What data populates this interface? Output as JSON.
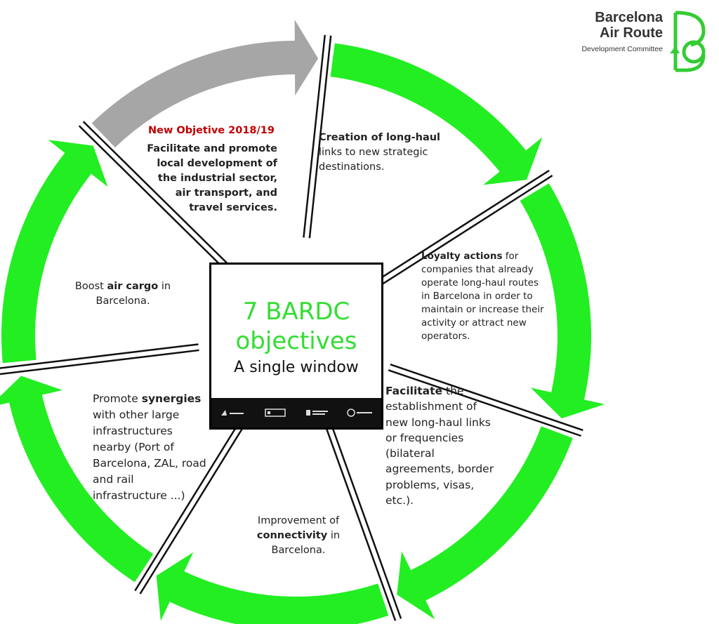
{
  "brand": {
    "line1": "Barcelona",
    "line2": "Air Route",
    "line3": "Development Committee",
    "accent_color": "#33cc33"
  },
  "center": {
    "title": "7 BARDC objectives",
    "subtitle": "A single window",
    "title_color": "#33dd33",
    "logo_icons": [
      "aena-logo-icon",
      "ministry-logo-icon",
      "generalitat-logo-icon",
      "ajuntament-logo-icon"
    ]
  },
  "arrows": {
    "active_color": "#22ee22",
    "new_color": "#a6a6a6"
  },
  "objectives": {
    "new_tag": "New Objetive 2018/19",
    "new_objective": {
      "line1": "Facilitate and promote",
      "line2": "local development of",
      "line3": "the industrial sector,",
      "line4": "air transport, and",
      "line5": "travel services."
    },
    "long_haul": {
      "bold": "Creation of long-haul",
      "line2": "links to new strategic",
      "line3": "destinations."
    },
    "loyalty": {
      "bold": "Loyalty actions",
      "rest1": " for",
      "line2": "companies that already",
      "line3": "operate long-haul routes",
      "line4": "in Barcelona in order to",
      "line5": "maintain or increase their",
      "line6": "activity or attract new",
      "line7": "operators."
    },
    "facilitate": {
      "bold": "Facilitate",
      "rest1": " the",
      "line2": "establishment of",
      "line3": "new long-haul links",
      "line4": "or frequencies",
      "line5": "(bilateral",
      "line6": "agreements, border",
      "line7": "problems, visas,",
      "line8": "etc.)."
    },
    "connectivity": {
      "line1": "Improvement of",
      "bold": "connectivity",
      "rest2": " in",
      "line3": "Barcelona."
    },
    "synergies": {
      "pre": "Promote ",
      "bold": "synergies",
      "line2": "with other large",
      "line3": "infrastructures",
      "line4": "nearby (Port of",
      "line5": "Barcelona, ZAL, road",
      "line6": "and rail",
      "line7": "infrastructure ...)"
    },
    "cargo": {
      "pre": "Boost ",
      "bold": "air cargo",
      "rest1": " in",
      "line2": "Barcelona."
    }
  }
}
